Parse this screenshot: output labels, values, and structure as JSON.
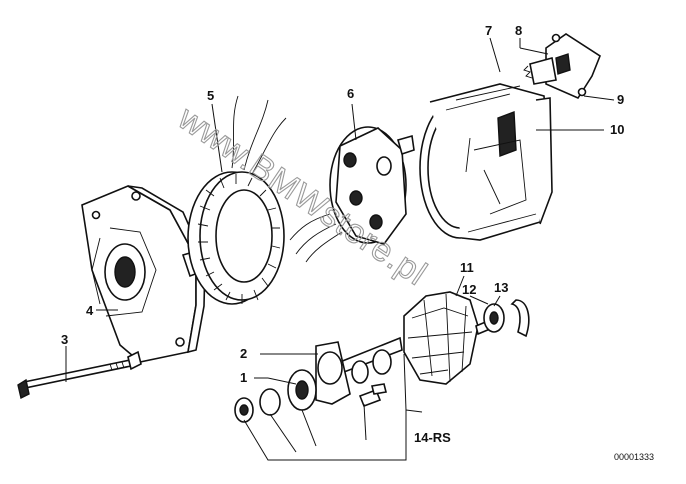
{
  "watermark": "www.BMWstore.pl",
  "diagram_code": "00001333",
  "callouts": {
    "c1": "1",
    "c2": "2",
    "c3": "3",
    "c4": "4",
    "c5": "5",
    "c6": "6",
    "c7": "7",
    "c8": "8",
    "c9": "9",
    "c10": "10",
    "c11": "11",
    "c12": "12",
    "c13": "13",
    "c14": "14-RS"
  }
}
